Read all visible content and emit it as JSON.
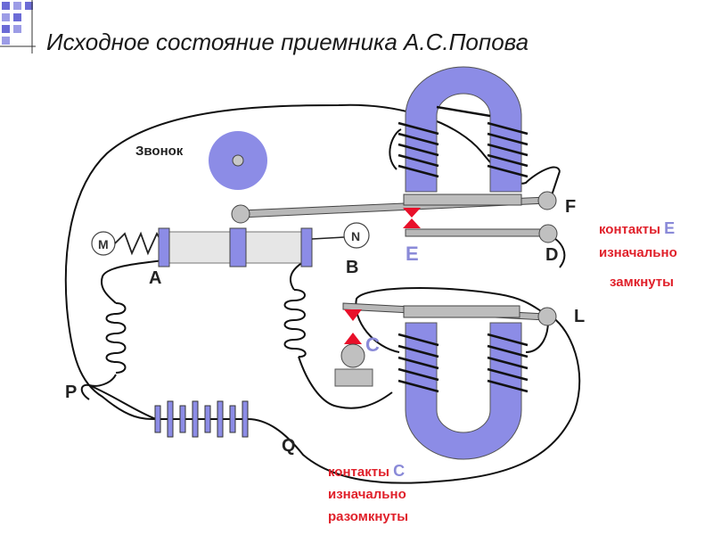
{
  "title": "Исходное состояние приемника А.С.Попова",
  "labels": {
    "bell": "Звонок",
    "m": "M",
    "n": "N",
    "a": "A",
    "b": "B",
    "p": "P",
    "q": "Q",
    "f": "F",
    "d": "D",
    "l": "L",
    "e": "E",
    "c": "C"
  },
  "notes": {
    "e_line1": "контакты",
    "e_letter": "E",
    "e_line2": "изначально",
    "e_line3": "замкнуты",
    "c_line1": "контакты",
    "c_letter": "C",
    "c_line2": "изначально",
    "c_line3": "разомкнуты"
  },
  "colors": {
    "magnet": "#8c8ce6",
    "accent_label": "#8a8ad8",
    "note_red": "#e0202a",
    "contact_red": "#e8102a"
  }
}
